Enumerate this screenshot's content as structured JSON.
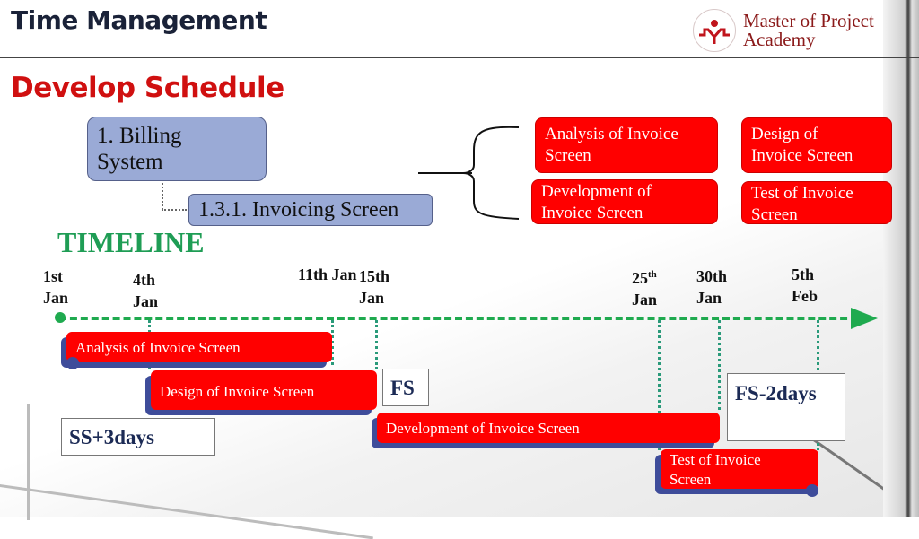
{
  "header": {
    "title": "Time Management",
    "logo_line1": "Master of Project",
    "logo_line2": "Academy"
  },
  "page_title": "Develop Schedule",
  "wbs": {
    "parent": "1. Billing System",
    "parent_line1": "1. Billing",
    "parent_line2": "System",
    "child": "1.3.1. Invoicing Screen"
  },
  "activities": [
    {
      "line1": "Analysis of Invoice",
      "line2": "Screen"
    },
    {
      "line1": "Design of",
      "line2": "Invoice Screen"
    },
    {
      "line1": "Development of",
      "line2": "Invoice Screen"
    },
    {
      "line1": "Test of Invoice",
      "line2": "Screen"
    }
  ],
  "timeline": {
    "label": "TIMELINE",
    "dates": [
      {
        "line1": "1st",
        "line2": "Jan"
      },
      {
        "line1": "4th",
        "line2": "Jan"
      },
      {
        "line1": "11th Jan",
        "line2": ""
      },
      {
        "line1": "15th",
        "line2": "Jan"
      },
      {
        "line1": "25",
        "sup": "th",
        "line2": "Jan"
      },
      {
        "line1": "30th",
        "line2": "Jan"
      },
      {
        "line1": "5th",
        "line2": "Feb"
      }
    ],
    "axis_color": "#1faa4f"
  },
  "gantt": {
    "bars": [
      {
        "label": "Analysis of Invoice Screen",
        "start": "1st Jan",
        "end": "11th Jan"
      },
      {
        "label": "Design of Invoice Screen",
        "start": "4th Jan",
        "end": "15th Jan"
      },
      {
        "label": "Development of Invoice Screen",
        "start": "15th Jan",
        "end": "30th Jan"
      },
      {
        "label_line1": "Test of Invoice",
        "label_line2": "Screen",
        "start": "25th Jan",
        "end": "5th Feb"
      }
    ],
    "relationships": [
      {
        "label": "SS+3days"
      },
      {
        "label": "FS"
      },
      {
        "label": "FS-2days"
      }
    ],
    "bar_color": "#ff0000",
    "link_color": "#3e4c9a"
  }
}
